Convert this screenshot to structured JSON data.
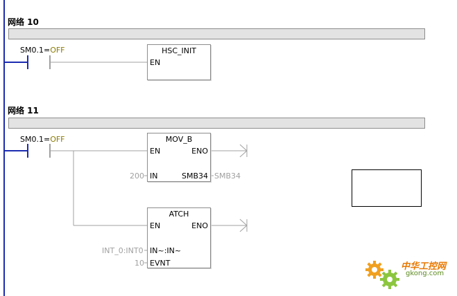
{
  "networks": [
    {
      "title": "网络 10",
      "contact": {
        "address": "SM0.1",
        "separator": "=",
        "state": "OFF"
      },
      "boxes": [
        {
          "name": "HSC_INIT",
          "pin_en": "EN"
        }
      ]
    },
    {
      "title": "网络 11",
      "contact": {
        "address": "SM0.1",
        "separator": "=",
        "state": "OFF"
      },
      "boxes": [
        {
          "name": "MOV_B",
          "pin_en": "EN",
          "pin_eno": "ENO",
          "in_label": "IN",
          "in_value": "200",
          "out_label": "SMB34",
          "out_value": "SMB34"
        },
        {
          "name": "ATCH",
          "pin_en": "EN",
          "pin_eno": "ENO",
          "int_label": "IN~:IN~",
          "int_value": "INT_0:INT0",
          "evnt_label": "EVNT",
          "evnt_value": "10"
        }
      ]
    }
  ],
  "watermark": {
    "site_cn": "中华工控网",
    "site_url": "gkong.com"
  },
  "colors": {
    "rail": "#1a2bb0",
    "wire": "#a0a0a0",
    "state": "#8a7a00",
    "comment_bar": "#e3e3e3"
  }
}
